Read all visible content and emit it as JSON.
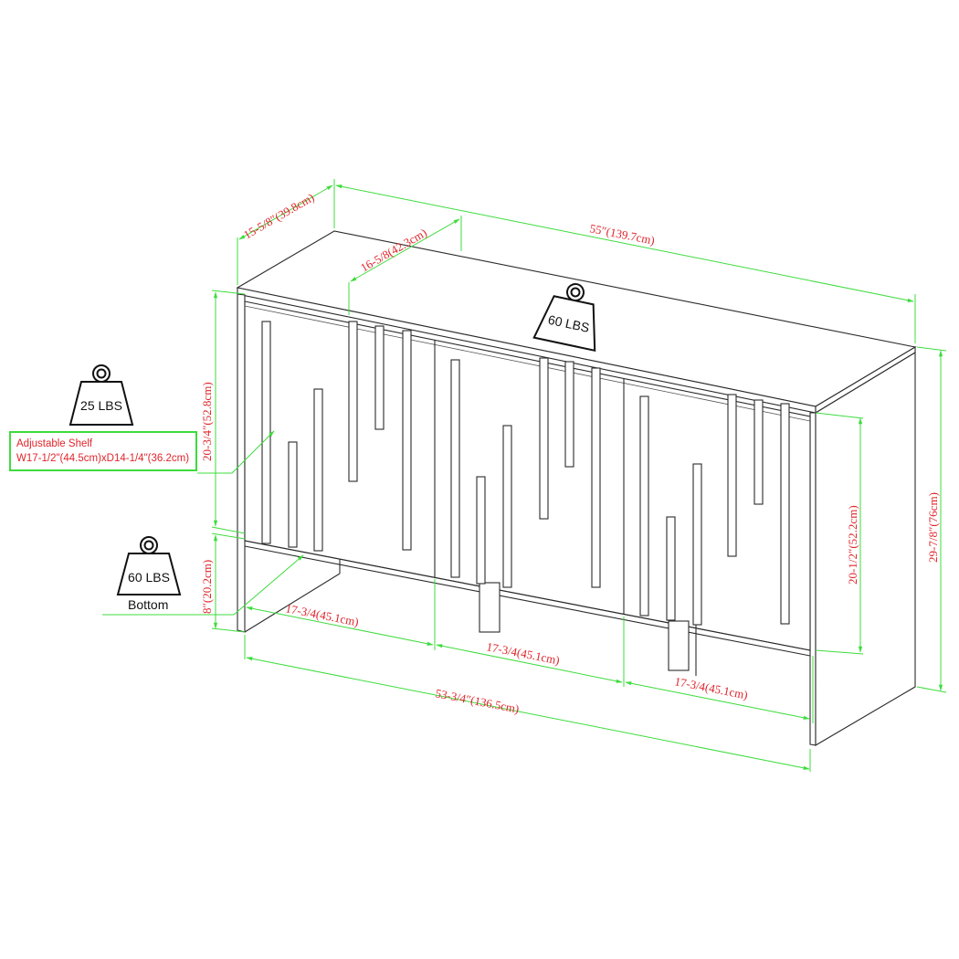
{
  "diagram": {
    "subject": "Sideboard cabinet with three doors and vertical slat decoration",
    "colors": {
      "outline": "#2b2b2b",
      "dimension_line": "#3ddc3d",
      "dimension_text": "#e0252b",
      "background": "#ffffff"
    },
    "dimensions": {
      "overall_depth": "15-5/8″(39.8cm)",
      "interior_depth": "16-5/8(42.3cm)",
      "overall_width": "55″(139.7cm)",
      "upper_interior_height": "20-3/4″(52.8cm)",
      "lower_clearance_height": "8″(20.2cm)",
      "door_height": "20-1/2″(52.2cm)",
      "overall_height": "29-7/8″(76cm)",
      "door_width_1": "17-3/4(45.1cm)",
      "door_width_2": "17-3/4(45.1cm)",
      "door_width_3": "17-3/4(45.1cm)",
      "interior_width": "53-3/4″(136.5cm)"
    },
    "weights": {
      "top": "60 LBS",
      "shelf": "25 LBS",
      "bottom": "60 LBS",
      "bottom_caption": "Bottom"
    },
    "shelf_callout": {
      "title": "Adjustable Shelf",
      "spec": "W17-1/2\"(44.5cm)xD14-1/4\"(36.2cm)"
    }
  }
}
